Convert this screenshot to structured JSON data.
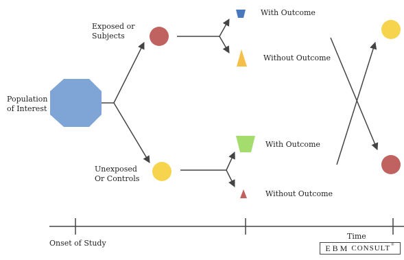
{
  "labels": {
    "population_line1": "Population",
    "population_line2": "of Interest",
    "exposed_line1": "Exposed or",
    "exposed_line2": "Subjects",
    "unexposed_line1": "Unexposed",
    "unexposed_line2": "Or Controls",
    "exposed_with": "With Outcome",
    "exposed_without": "Without Outcome",
    "unexposed_with": "With Outcome",
    "unexposed_without": "Without Outcome",
    "onset": "Onset of Study",
    "time": "Time"
  },
  "logo": {
    "main": "EBM",
    "sub": "CONSULT",
    "mark": "®"
  },
  "colors": {
    "population": "#7fa5d6",
    "exposed": "#c0625f",
    "unexposed": "#f7d44e",
    "exposed_with": "#4a78bd",
    "exposed_without": "#f5c04a",
    "unexposed_with": "#a4dc6e",
    "unexposed_without": "#c0625f",
    "lines": "#444444"
  }
}
